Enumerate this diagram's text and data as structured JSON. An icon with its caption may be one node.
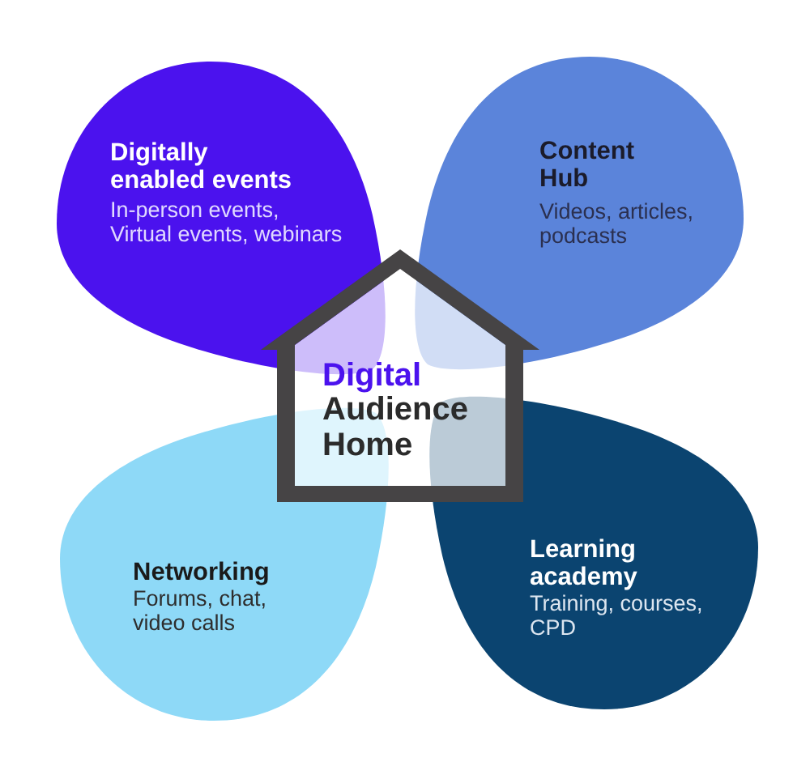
{
  "diagram": {
    "nodes": [
      {
        "text": [
          "Digitally enabled events",
          "In-person events, Virtual events, webinars"
        ]
      },
      {
        "text": [
          "Content Hub",
          "Videos, articles, podcasts"
        ]
      },
      {
        "text": [
          "Digital",
          "Audience Home"
        ]
      },
      {
        "text": [
          "Networking",
          "Forums, chat, video calls"
        ]
      },
      {
        "text": [
          "Learning academy",
          "Training, courses, CPD"
        ]
      }
    ]
  }
}
